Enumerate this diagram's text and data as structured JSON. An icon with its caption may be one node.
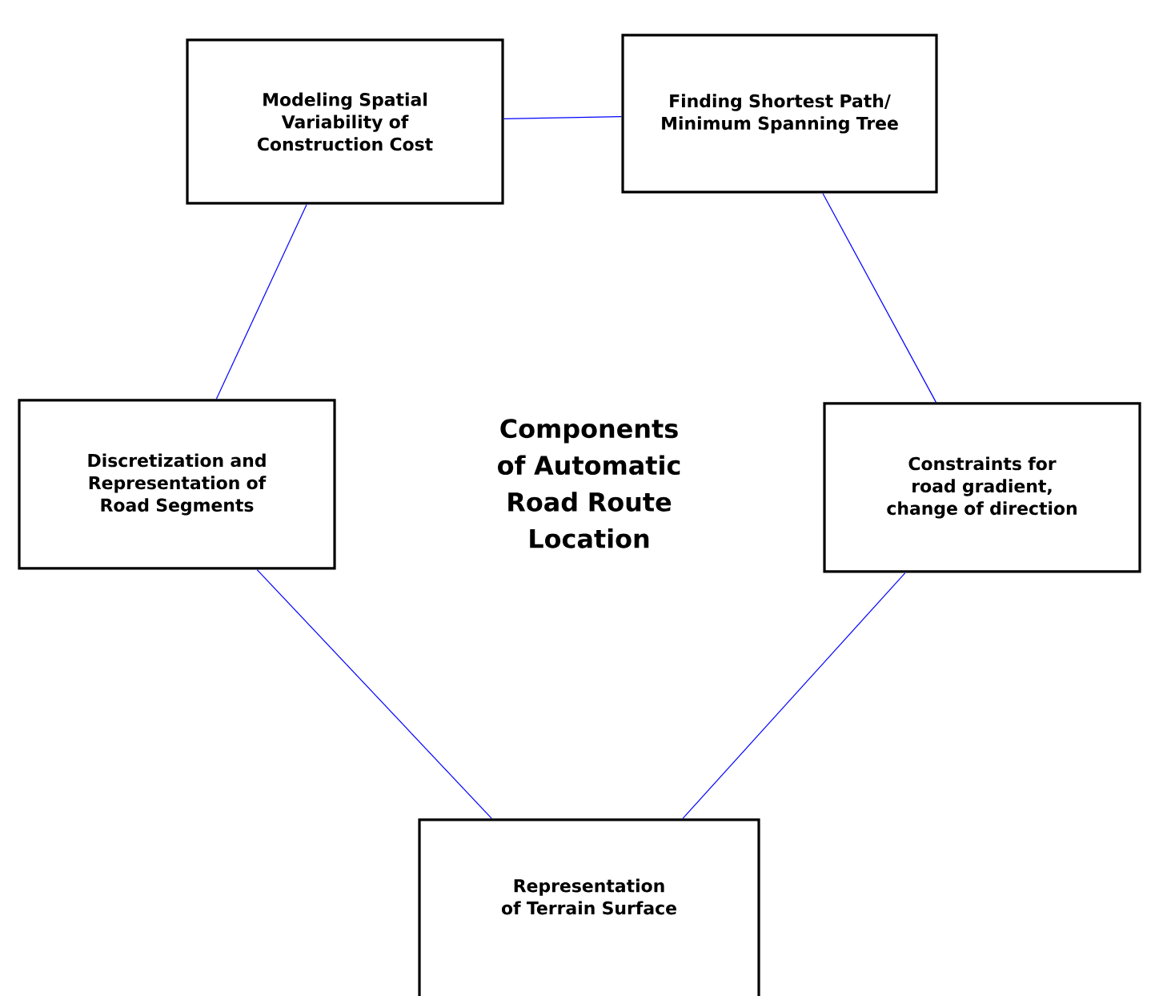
{
  "diagram": {
    "title": "Components of Automatic Road Route Location",
    "nodes": [
      {
        "text": [
          "Modeling Spatial Variability of Construction Cost"
        ]
      },
      {
        "text": [
          "Finding Shortest Path/ Minimum Spanning Tree"
        ]
      },
      {
        "text": [
          "Discretization and Representation of Road Segments"
        ]
      },
      {
        "text": [
          "Constraints for road gradient, change of direction"
        ]
      },
      {
        "text": [
          "Representation of Terrain Surface"
        ]
      }
    ],
    "edges": [
      {
        "from": 0,
        "to": 1,
        "arrow": "none"
      },
      {
        "from": 0,
        "to": 2,
        "arrow": "none"
      },
      {
        "from": 1,
        "to": 3,
        "arrow": "none"
      },
      {
        "from": 2,
        "to": 4,
        "arrow": "none"
      },
      {
        "from": 3,
        "to": 4,
        "arrow": "none"
      }
    ]
  }
}
